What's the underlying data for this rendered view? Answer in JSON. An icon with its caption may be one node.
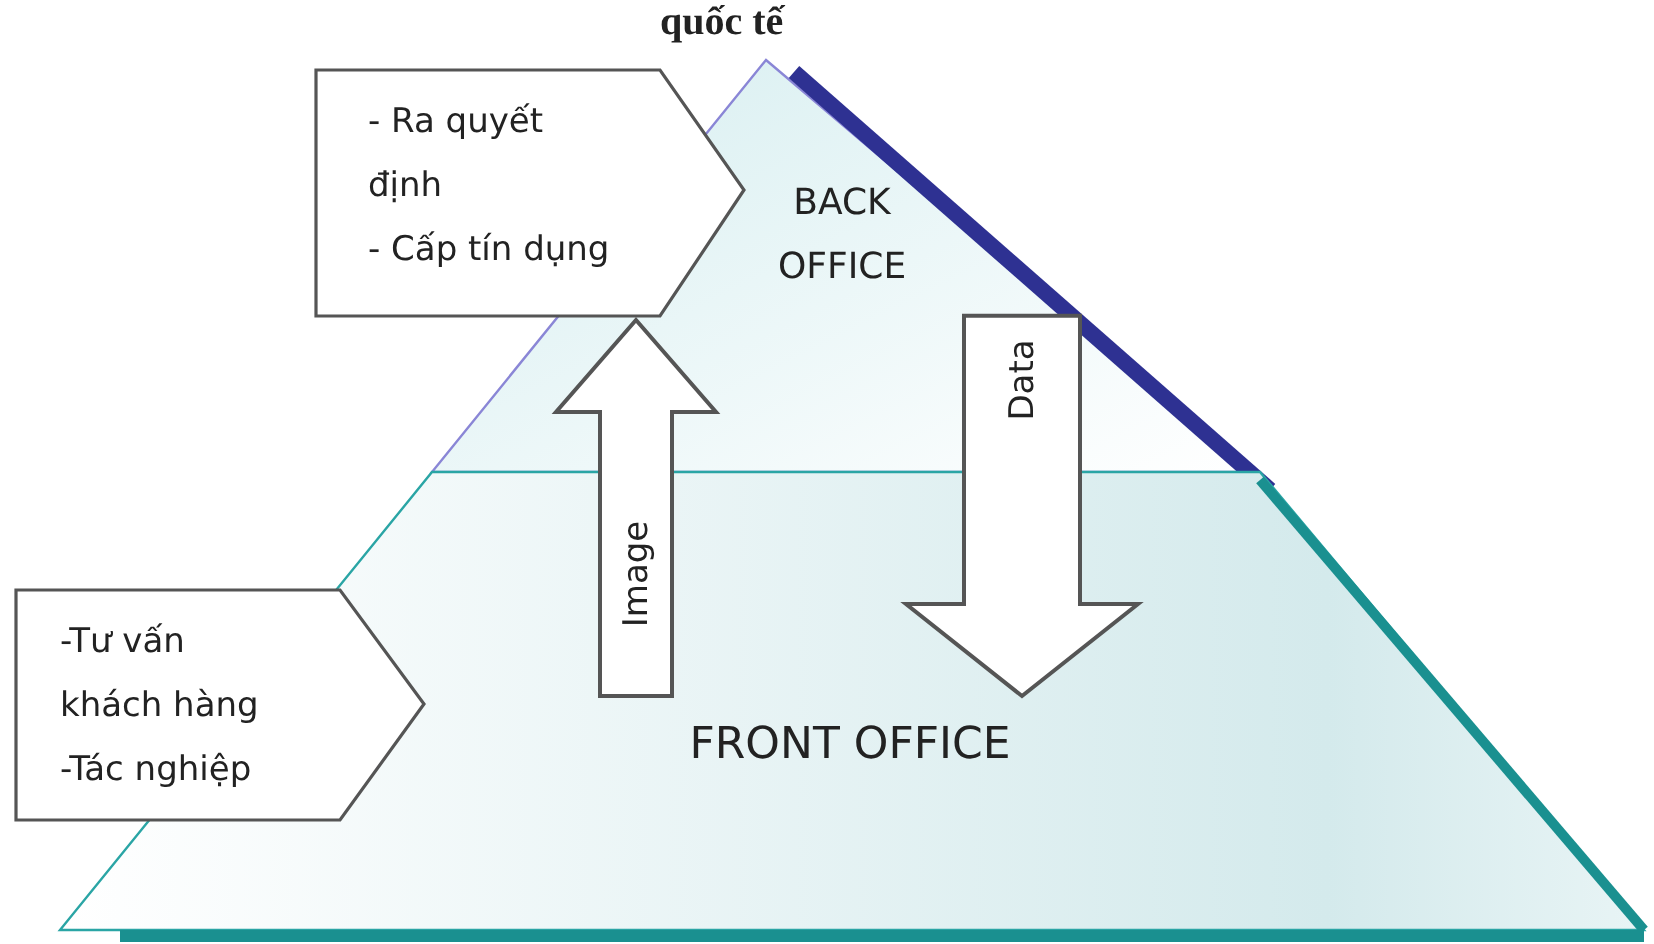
{
  "diagram": {
    "title": "quốc tế",
    "nodes": [
      {
        "text": [
          "BACK OFFICE"
        ]
      },
      {
        "text": [
          "FRONT OFFICE"
        ]
      },
      {
        "text": [
          "- Ra quyết định",
          "- Cấp tín dụng"
        ]
      },
      {
        "text": [
          "-Tư vấn khách hàng",
          "-Tác nghiệp"
        ]
      }
    ],
    "edges": [
      {
        "from": 1,
        "to": 0,
        "arrow": "to",
        "label": "Image",
        "style": "thick"
      },
      {
        "from": 0,
        "to": 1,
        "arrow": "to",
        "label": "Data",
        "style": "thick"
      }
    ]
  }
}
